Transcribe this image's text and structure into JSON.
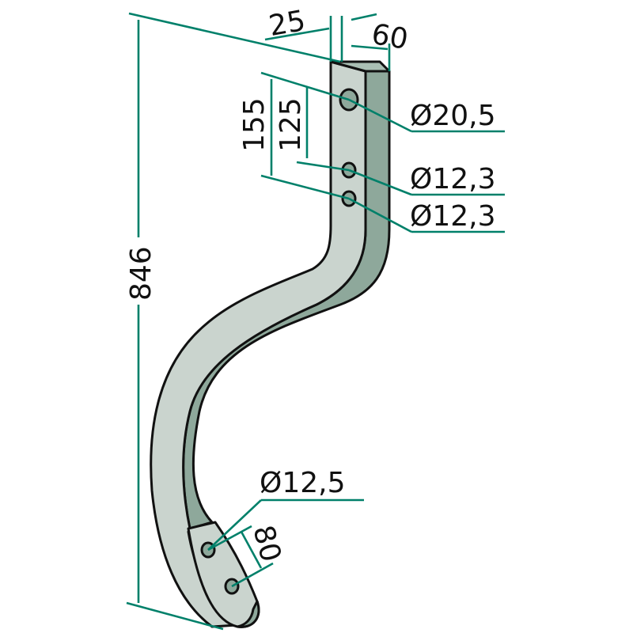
{
  "title": "Tine technical drawing",
  "colors": {
    "dimension": "#00806a",
    "front": "#cad4ce",
    "side": "#8ea89b",
    "top": "#aabfb4",
    "outline": "#111111"
  },
  "dimensions": {
    "top_thickness": "25",
    "top_width": "60",
    "hole_top": "Ø20,5",
    "spacing_155": "155",
    "spacing_125": "125",
    "hole_mid1": "Ø12,3",
    "hole_mid2": "Ø12,3",
    "total_length": "846",
    "hole_bottom": "Ø12,5",
    "bottom_spacing": "80"
  }
}
